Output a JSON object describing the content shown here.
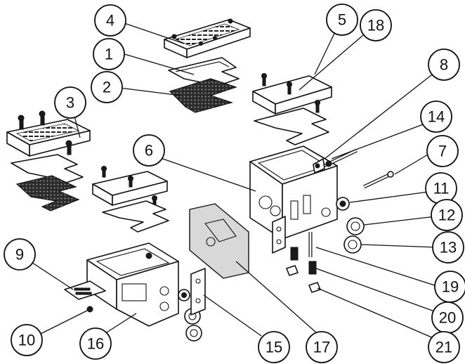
{
  "callouts": [
    {
      "label": "1"
    },
    {
      "label": "2"
    },
    {
      "label": "3"
    },
    {
      "label": "4"
    },
    {
      "label": "5"
    },
    {
      "label": "6"
    },
    {
      "label": "7"
    },
    {
      "label": "8"
    },
    {
      "label": "9"
    },
    {
      "label": "10"
    },
    {
      "label": "11"
    },
    {
      "label": "12"
    },
    {
      "label": "13"
    },
    {
      "label": "14"
    },
    {
      "label": "15"
    },
    {
      "label": "16"
    },
    {
      "label": "17"
    },
    {
      "label": "18"
    },
    {
      "label": "19"
    },
    {
      "label": "20"
    },
    {
      "label": "21"
    }
  ]
}
